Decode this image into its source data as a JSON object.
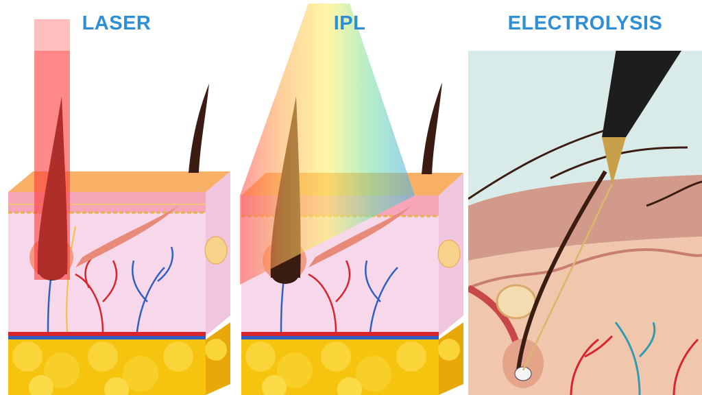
{
  "panels": {
    "laser": {
      "title": "LASER"
    },
    "ipl": {
      "title": "IPL"
    },
    "electrolysis": {
      "title": "ELECTROLYSIS"
    }
  },
  "colors": {
    "title": "#2f8fd6",
    "skin_surface": "#f7b066",
    "dermis": "#f5d4e6",
    "fat": "#f6c40e",
    "laser_beam": "#ff3b3b",
    "hair": "#3a1c12",
    "artery": "#d9242b",
    "vein": "#2f5fc4"
  },
  "icons": {
    "laser": "laser-beam-icon",
    "ipl": "ipl-spectrum-icon",
    "electrolysis": "electrolysis-needle-icon"
  }
}
